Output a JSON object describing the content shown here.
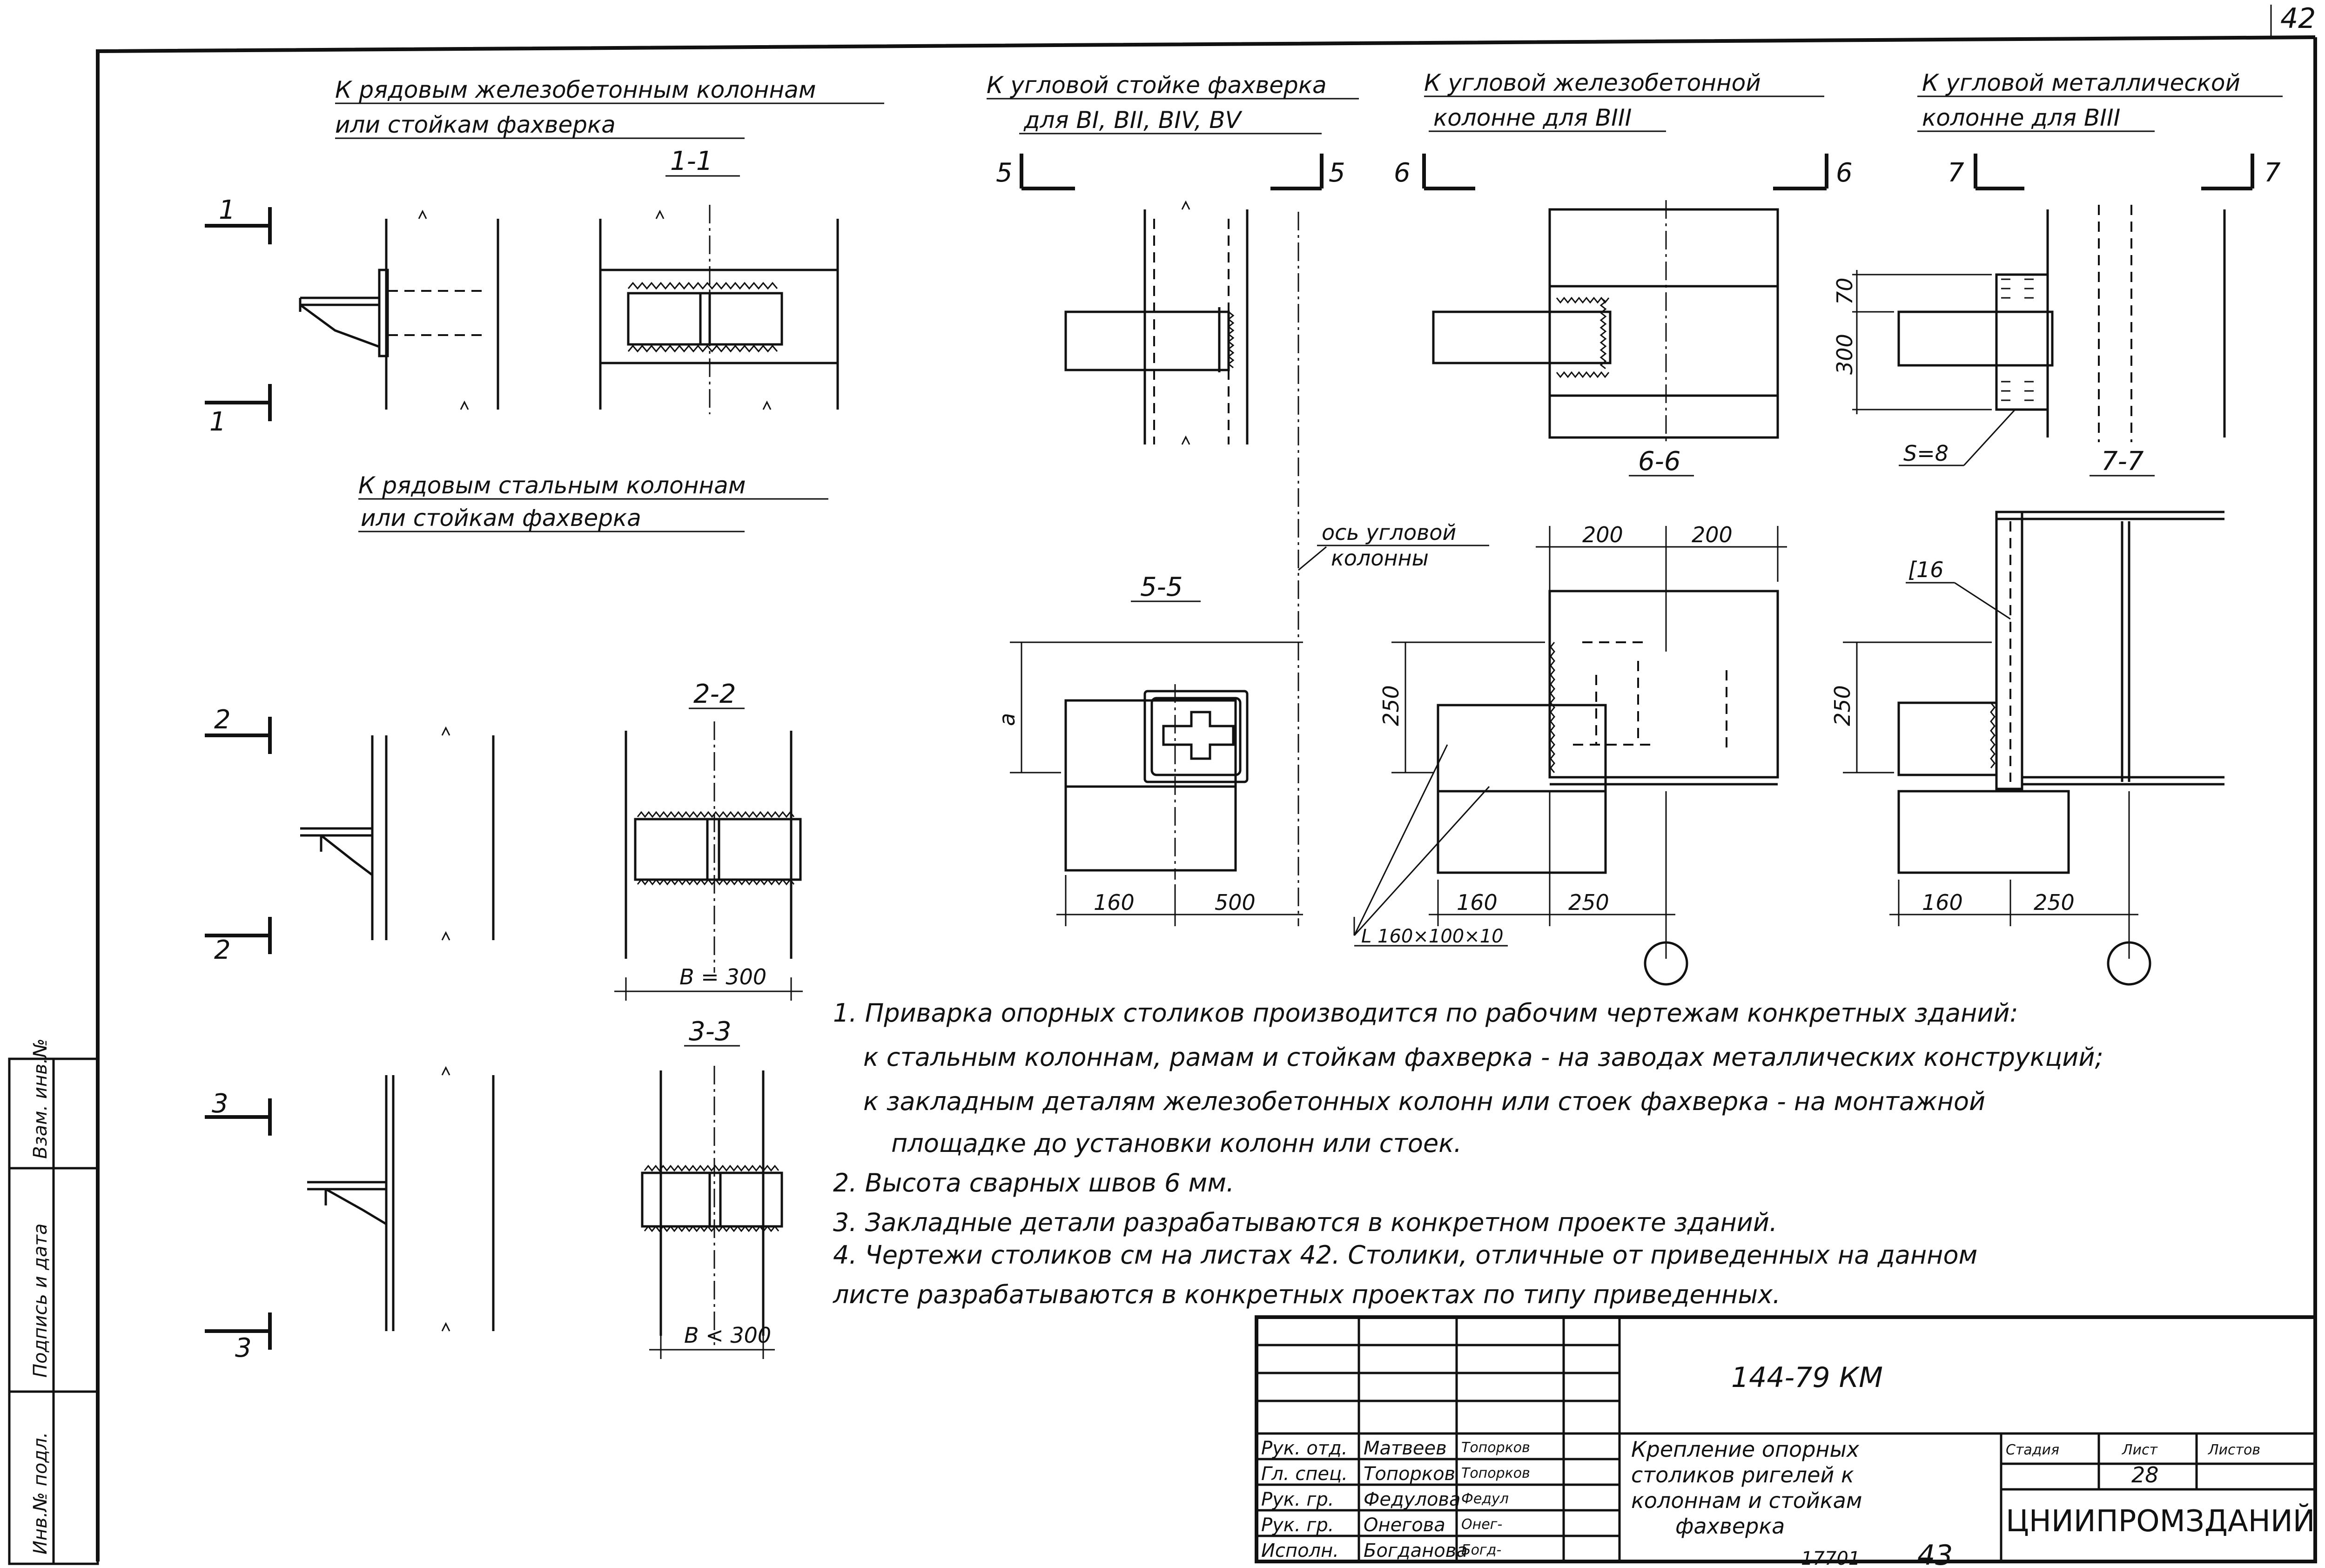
{
  "sheet": {
    "page_number": "42",
    "footer_code": "17701",
    "footer_page": "43"
  },
  "views": {
    "rc_columns_title": [
      "К рядовым железобетонным колоннам",
      "или стойкам фахверка"
    ],
    "steel_columns_title": [
      "К рядовым стальным колоннам",
      "или стойкам фахверка"
    ],
    "corner_post_title": [
      "К угловой стойке фахверка",
      "для ВI, ВII, ВIV, ВV"
    ],
    "corner_rc_title": [
      "К угловой железобетонной",
      "колонне для ВIII"
    ],
    "corner_metal_title": [
      "К угловой металлической",
      "колонне для ВIII"
    ],
    "corner_axis_label": [
      "ось угловой",
      "колонны"
    ]
  },
  "sections": {
    "s1": "1-1",
    "s2": "2-2",
    "s3": "3-3",
    "s5": "5-5",
    "s6": "6-6",
    "s7": "7-7",
    "mark1": "1",
    "mark2": "2",
    "mark3": "3",
    "mark5": "5",
    "mark6": "6",
    "mark7": "7"
  },
  "dimensions": {
    "b_eq_300": "В = 300",
    "b_lt_300": "В < 300",
    "d_160": "160",
    "d_500": "500",
    "d_200": "200",
    "d_250": "250",
    "d_300": "300",
    "d_70": "70",
    "d_a": "а",
    "s8": "S=8",
    "angle": "L 160×100×10",
    "channel": "[16"
  },
  "notes": [
    "1. Приварка опорных столиков производится по рабочим чертежам конкретных зданий:",
    "к стальным колоннам, рамам и стойкам фахверка - на заводах металлических конструкций;",
    "к закладным деталям железобетонных колонн или стоек фахверка - на монтажной",
    "площадке до установки колонн или стоек.",
    "2. Высота сварных швов 6 мм.",
    "3. Закладные детали разрабатываются в конкретном проекте зданий.",
    "4. Чертежи столиков см на листах 42. Столики, отличные от приведенных на данном",
    "листе разрабатываются в конкретных проектах по типу приведенных."
  ],
  "title_block": {
    "code": "144-79 КМ",
    "title": [
      "Крепление опорных",
      "столиков ригелей к",
      "колоннам и стойкам",
      "фахверка"
    ],
    "stage_label": "Стадия",
    "sheet_label": "Лист",
    "sheets_label": "Листов",
    "sheet_value": "28",
    "org": "ЦНИИПРОМЗДАНИЙ",
    "staff": [
      {
        "role": "Рук. отд.",
        "name": "Матвеев",
        "sign": "Топорков"
      },
      {
        "role": "Гл. спец.",
        "name": "Топорков",
        "sign": "Топорков"
      },
      {
        "role": "Рук. гр.",
        "name": "Федулова",
        "sign": "Федул"
      },
      {
        "role": "Рук. гр.",
        "name": "Онегова",
        "sign": "Онег-"
      },
      {
        "role": "Исполн.",
        "name": "Богданова",
        "sign": "Богд-"
      }
    ]
  },
  "margin_stamp": [
    "Инв.№ подл.",
    "Подпись и дата",
    "Взам. инв.№"
  ]
}
